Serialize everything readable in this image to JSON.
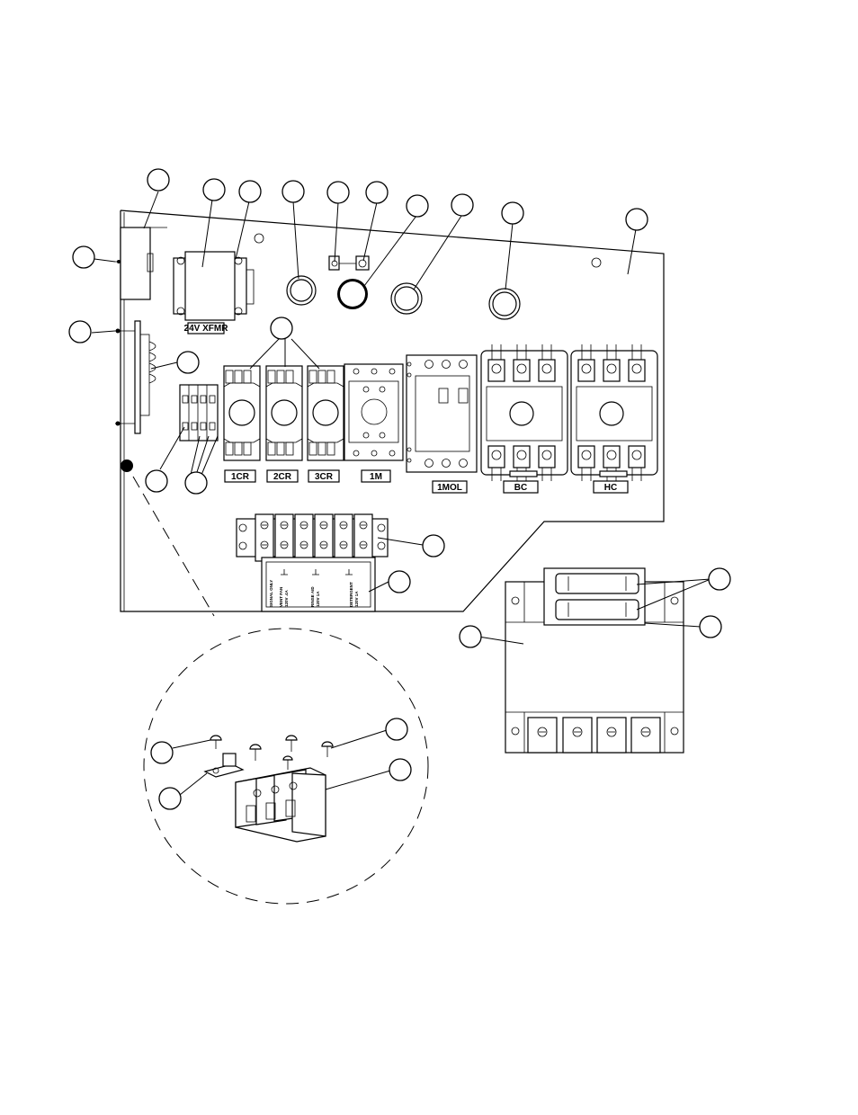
{
  "panel": {
    "transformer_label": "24V XFMR",
    "relay_labels": [
      "1CR",
      "2CR",
      "3CR"
    ],
    "contactor_label": "1M",
    "overload_label": "1MOL",
    "booster_contactor_label": "BC",
    "heater_contactor_label": "HC"
  },
  "signal_plate": {
    "title": "SIGNAL ONLY",
    "items": [
      {
        "line1": "VENT FAN",
        "line2": "120V .4A"
      },
      {
        "line1": "RINSE AID",
        "line2": "120V 1A"
      },
      {
        "line1": "DETERGENT",
        "line2": "120V 1A"
      }
    ]
  }
}
